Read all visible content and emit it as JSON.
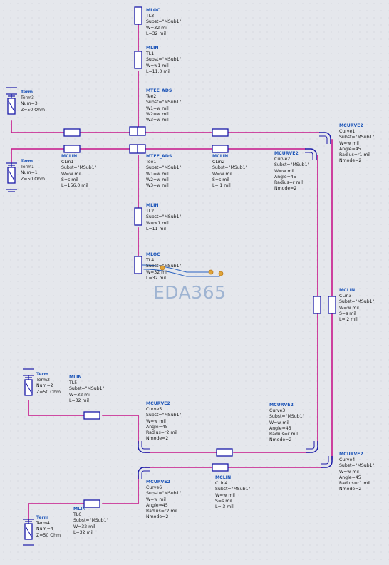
{
  "watermark": "EDA365",
  "labels": [
    {
      "id": "tl3",
      "t": "MLOC",
      "lines": [
        "TL3",
        "Subst=\"MSub1\"",
        "W=32 mil",
        "L=32 mil"
      ]
    },
    {
      "id": "tl1",
      "t": "MLIN",
      "lines": [
        "TL1",
        "Subst=\"MSub1\"",
        "W=w1 mil",
        "L=11.0 mil"
      ]
    },
    {
      "id": "tee2",
      "t": "MTEE_ADS",
      "lines": [
        "Tee2",
        "Subst=\"MSub1\"",
        "W1=w mil",
        "W2=w mil",
        "W3=w mil"
      ]
    },
    {
      "id": "term3",
      "t": "Term",
      "lines": [
        "Term3",
        "Num=3",
        "Z=50 Ohm"
      ]
    },
    {
      "id": "term1",
      "t": "Term",
      "lines": [
        "Term1",
        "Num=1",
        "Z=50 Ohm"
      ]
    },
    {
      "id": "clin1",
      "t": "MCLIN",
      "lines": [
        "CLin1",
        "Subst=\"MSub1\"",
        "W=w mil",
        "S=s mil",
        "L=156.0 mil"
      ]
    },
    {
      "id": "tee1",
      "t": "MTEE_ADS",
      "lines": [
        "Tee1",
        "Subst=\"MSub1\"",
        "W1=w mil",
        "W2=w mil",
        "W3=w mil"
      ]
    },
    {
      "id": "clin2",
      "t": "MCLIN",
      "lines": [
        "CLin2",
        "Subst=\"MSub1\"",
        "W=w mil",
        "S=s mil",
        "L=l1 mil"
      ]
    },
    {
      "id": "curve1",
      "t": "MCURVE2",
      "lines": [
        "Curve1",
        "Subst=\"MSub1\"",
        "W=w mil",
        "Angle=45",
        "Radius=r1 mil",
        "Nmode=2"
      ]
    },
    {
      "id": "curve2",
      "t": "MCURVE2",
      "lines": [
        "Curve2",
        "Subst=\"MSub1\"",
        "W=w mil",
        "Angle=45",
        "Radius=r mil",
        "Nmode=2"
      ]
    },
    {
      "id": "tl2",
      "t": "MLIN",
      "lines": [
        "TL2",
        "Subst=\"MSub1\"",
        "W=w1 mil",
        "L=11 mil"
      ]
    },
    {
      "id": "tl4",
      "t": "MLOC",
      "lines": [
        "TL4",
        "Subst=\"MSub1\"",
        "W=32 mil",
        "L=32 mil"
      ]
    },
    {
      "id": "clin3",
      "t": "MCLIN",
      "lines": [
        "CLin3",
        "Subst=\"MSub1\"",
        "W=w mil",
        "S=s mil",
        "L=l2 mil"
      ]
    },
    {
      "id": "term2",
      "t": "Term",
      "lines": [
        "Term2",
        "Num=2",
        "Z=50 Ohm"
      ]
    },
    {
      "id": "tl5",
      "t": "MLIN",
      "lines": [
        "TL5",
        "Subst=\"MSub1\"",
        "W=32 mil",
        "L=32 mil"
      ]
    },
    {
      "id": "curve5",
      "t": "MCURVE2",
      "lines": [
        "Curve5",
        "Subst=\"MSub1\"",
        "W=w mil",
        "Angle=45",
        "Radius=r2 mil",
        "Nmode=2"
      ]
    },
    {
      "id": "curve3",
      "t": "MCURVE2",
      "lines": [
        "Curve3",
        "Subst=\"MSub1\"",
        "W=w mil",
        "Angle=45",
        "Radius=r mil",
        "Nmode=2"
      ]
    },
    {
      "id": "curve4",
      "t": "MCURVE2",
      "lines": [
        "Curve4",
        "Subst=\"MSub1\"",
        "W=w mil",
        "Angle=45",
        "Radius=r1 mil",
        "Nmode=2"
      ]
    },
    {
      "id": "curve6",
      "t": "MCURVE2",
      "lines": [
        "Curve6",
        "Subst=\"MSub1\"",
        "W=w mil",
        "Angle=45",
        "Radius=r2 mil",
        "Nmode=2"
      ]
    },
    {
      "id": "clin4",
      "t": "MCLIN",
      "lines": [
        "CLin4",
        "Subst=\"MSub1\"",
        "W=w mil",
        "S=s mil",
        "L=l3 mil"
      ]
    },
    {
      "id": "tl6",
      "t": "MLIN",
      "lines": [
        "TL6",
        "Subst=\"MSub1\"",
        "W=32 mil",
        "L=32 mil"
      ]
    },
    {
      "id": "term4",
      "t": "Term",
      "lines": [
        "Term4",
        "Num=4",
        "Z=50 Ohm"
      ]
    }
  ]
}
